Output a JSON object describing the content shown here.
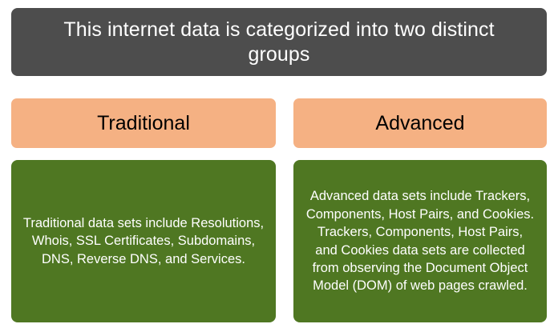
{
  "header": {
    "title": "This internet data is categorized into two distinct groups"
  },
  "colors": {
    "header_bg": "#4d4d4d",
    "title_bg": "#f5b183",
    "body_bg": "#4f7722",
    "header_text": "#ffffff",
    "title_text": "#000000",
    "body_text": "#ffffff",
    "page_bg": "#ffffff"
  },
  "columns": [
    {
      "title": "Traditional",
      "body": "Traditional data sets include Resolutions, Whois, SSL Certificates, Subdomains, DNS, Reverse DNS, and Services."
    },
    {
      "title": "Advanced",
      "body": "Advanced data sets include Trackers, Components, Host Pairs, and Cookies. Trackers, Components, Host Pairs, and Cookies data sets are collected from observing the Document Object Model (DOM) of web pages crawled."
    }
  ]
}
